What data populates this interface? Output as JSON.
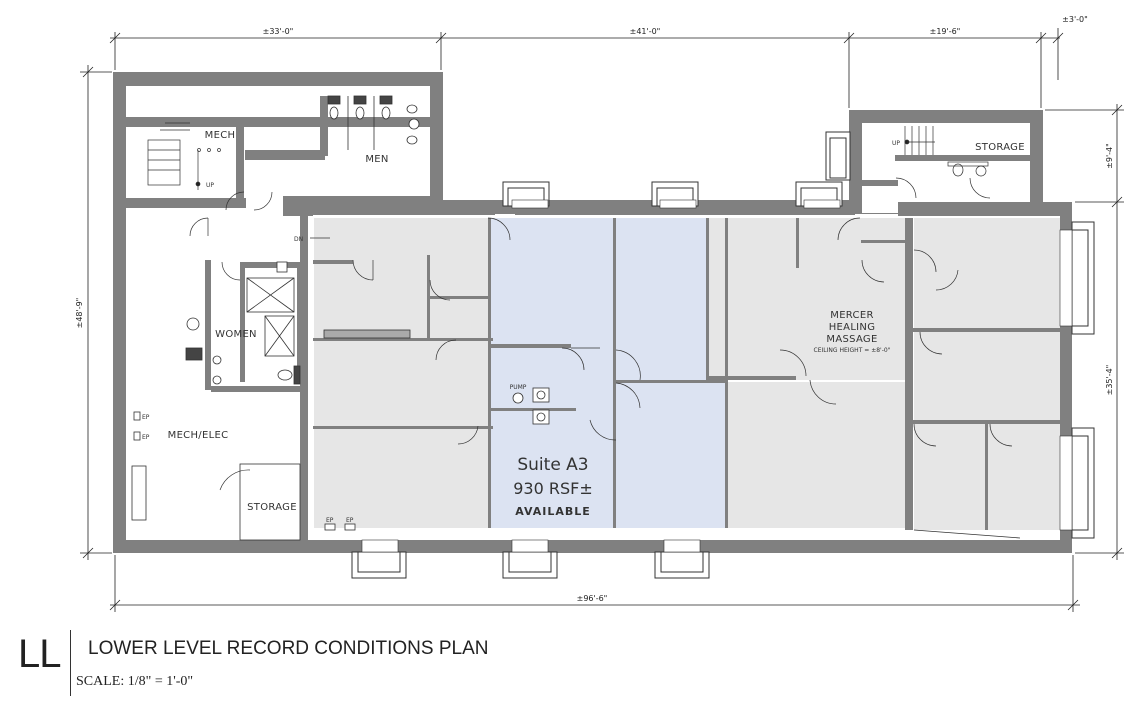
{
  "dimensions": {
    "top_left": "±33'-0\"",
    "top_mid": "±41'-0\"",
    "top_right": "±19'-6\"",
    "top_far_right": "±3'-0\"",
    "left": "±48'-9\"",
    "right_upper": "±9'-4\"",
    "right_lower": "±35'-4\"",
    "bottom": "±96'-6\""
  },
  "rooms": {
    "mech": "MECH",
    "men": "MEN",
    "women": "WOMEN",
    "mech_elec": "MECH/ELEC",
    "storage_left": "STORAGE",
    "storage_right": "STORAGE",
    "mercer_line1": "MERCER",
    "mercer_line2": "HEALING",
    "mercer_line3": "MASSAGE",
    "mercer_ceiling": "CEILING HEIGHT = ±8'-0\"",
    "pump": "PUMP"
  },
  "markers": {
    "up_left": "UP",
    "up_right": "UP",
    "dn": "DN",
    "ep": "EP"
  },
  "suite": {
    "name": "Suite A3",
    "area": "930 RSF±",
    "status": "AVAILABLE"
  },
  "title_block": {
    "level": "LL",
    "title": "LOWER LEVEL RECORD CONDITIONS PLAN",
    "scale": "SCALE:  1/8\" = 1'-0\""
  },
  "colors": {
    "wall": "#808080",
    "room_fill": "#e6e6e6",
    "suite_fill": "#dce3f2"
  }
}
